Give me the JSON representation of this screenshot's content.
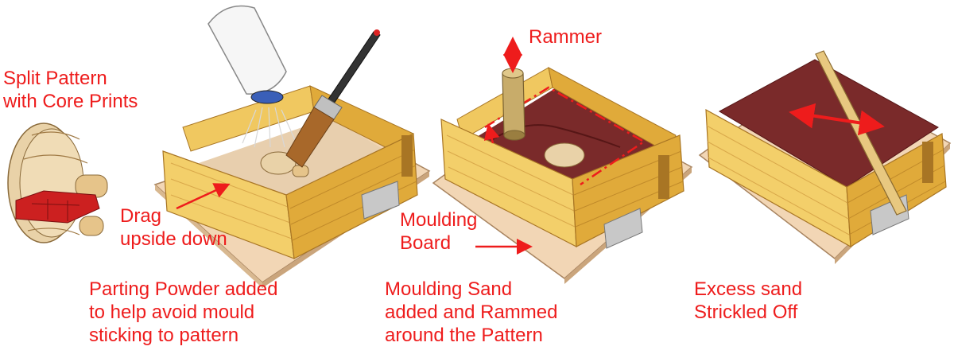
{
  "palette": {
    "label": "#ee1c1c",
    "wood_light": "#f3cf6a",
    "wood_mid": "#e0aa3a",
    "wood_dark": "#a87524",
    "board": "#f2d6b5",
    "board_edge": "#caa57c",
    "sand": "#7a2a2a",
    "sand_dark": "#561616",
    "pattern": "#e9d2a8",
    "core_print": "#cc2020",
    "metal": "#c8c8c8"
  },
  "icons": [
    "split-pattern",
    "parting-powder-bottle",
    "paint-brush",
    "rammer",
    "strickle-bar",
    "moulding-board",
    "flask-frame"
  ],
  "labels": {
    "split_pattern": "Split Pattern\nwith Core Prints",
    "drag": "Drag\nupside down",
    "parting_powder": "Parting Powder added\nto help avoid mould\nsticking to pattern",
    "rammer": "Rammer",
    "moulding_board": "Moulding\nBoard",
    "moulding_sand": "Moulding Sand\nadded and Rammed\naround the Pattern",
    "excess_sand": "Excess sand\nStrickled Off"
  }
}
